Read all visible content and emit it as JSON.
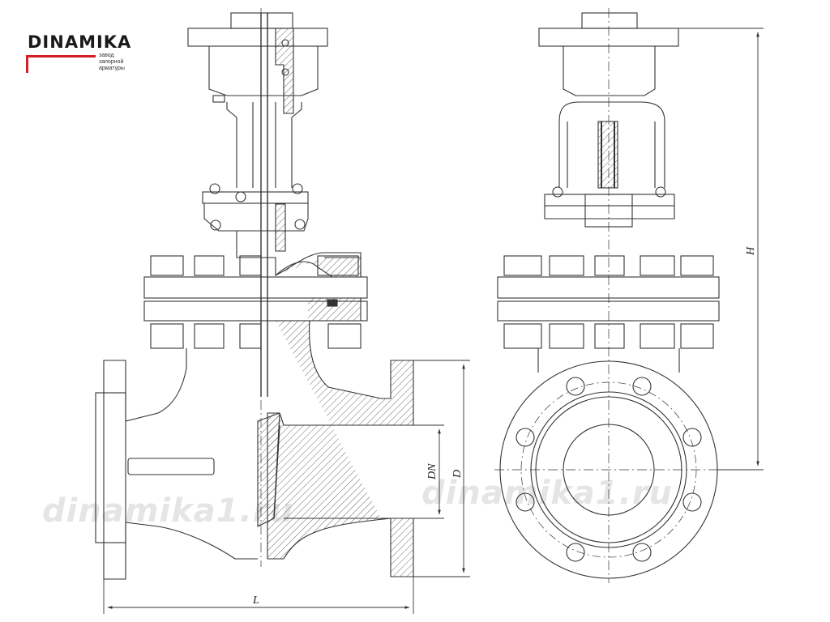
{
  "logo": {
    "brand": "DINAMIKA",
    "subtitle_lines": [
      "завод",
      "запорной",
      "арматуры"
    ],
    "accent_color": "#d32027"
  },
  "watermarks": [
    "dinamika1.ru",
    "dinamika1.ru"
  ],
  "dimensions": {
    "length": "L",
    "height": "H",
    "nominal_diameter": "DN",
    "flange_diameter": "D"
  },
  "drawing": {
    "subject": "gate valve",
    "views": [
      "front-section",
      "side"
    ],
    "line_color": "#333333"
  }
}
